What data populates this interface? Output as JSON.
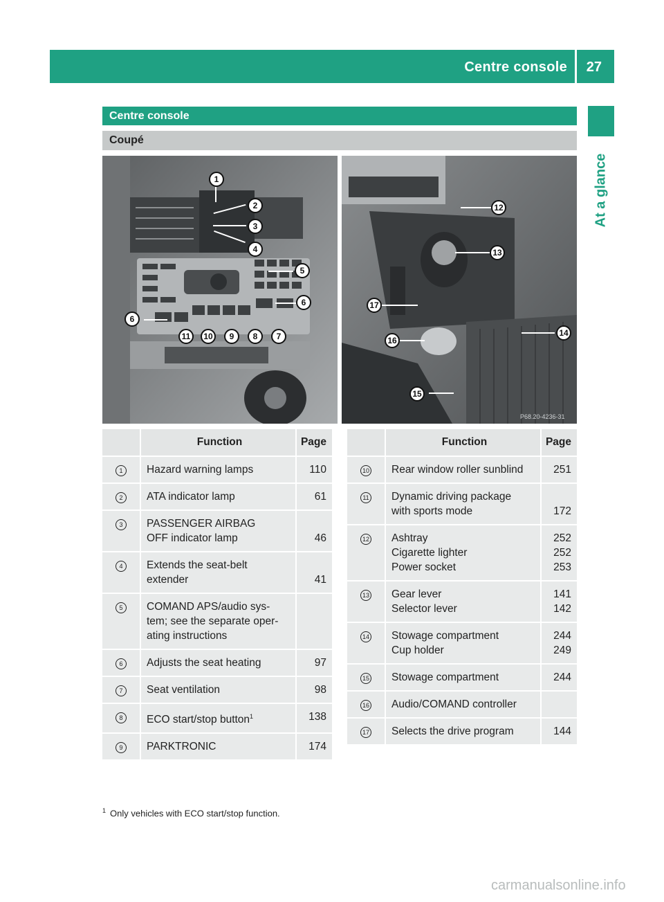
{
  "header": {
    "title": "Centre console",
    "page_number": "27",
    "side_tab": "At a glance"
  },
  "section": {
    "title": "Centre console",
    "subtitle": "Coupé"
  },
  "photo_left_callouts": [
    "1",
    "2",
    "3",
    "4",
    "5",
    "6",
    "6",
    "7",
    "8",
    "9",
    "10",
    "11"
  ],
  "photo_right_callouts": [
    "12",
    "13",
    "14",
    "15",
    "16",
    "17"
  ],
  "photo_code": "P68.20-4236-31",
  "table_left": {
    "headers": {
      "number": "",
      "function": "Function",
      "page": "Page"
    },
    "rows": [
      {
        "number": "1",
        "function": [
          "Hazard warning lamps"
        ],
        "page": [
          "110"
        ]
      },
      {
        "number": "2",
        "function": [
          "ATA indicator lamp"
        ],
        "page": [
          "61"
        ]
      },
      {
        "number": "3",
        "function": [
          "PASSENGER AIRBAG",
          "OFF indicator lamp"
        ],
        "page": [
          "",
          "46"
        ]
      },
      {
        "number": "4",
        "function": [
          "Extends the seat-belt",
          "extender"
        ],
        "page": [
          "",
          "41"
        ]
      },
      {
        "number": "5",
        "function": [
          "COMAND APS/audio sys-",
          "tem; see the separate oper-",
          "ating instructions"
        ],
        "page": [
          ""
        ]
      },
      {
        "number": "6",
        "function": [
          "Adjusts the seat heating"
        ],
        "page": [
          "97"
        ]
      },
      {
        "number": "7",
        "function": [
          "Seat ventilation"
        ],
        "page": [
          "98"
        ]
      },
      {
        "number": "8",
        "function": [
          "ECO start/stop button"
        ],
        "page": [
          "138"
        ],
        "footnote": "1"
      },
      {
        "number": "9",
        "function": [
          "PARKTRONIC"
        ],
        "page": [
          "174"
        ]
      }
    ]
  },
  "table_right": {
    "headers": {
      "number": "",
      "function": "Function",
      "page": "Page"
    },
    "rows": [
      {
        "number": "10",
        "function": [
          "Rear window roller sunblind"
        ],
        "page": [
          "251"
        ]
      },
      {
        "number": "11",
        "function": [
          "Dynamic driving package",
          "with sports mode"
        ],
        "page": [
          "",
          "172"
        ]
      },
      {
        "number": "12",
        "function": [
          "Ashtray",
          "Cigarette lighter",
          "Power socket"
        ],
        "page": [
          "252",
          "252",
          "253"
        ]
      },
      {
        "number": "13",
        "function": [
          "Gear lever",
          "Selector lever"
        ],
        "page": [
          "141",
          "142"
        ]
      },
      {
        "number": "14",
        "function": [
          "Stowage compartment",
          "Cup holder"
        ],
        "page": [
          "244",
          "249"
        ]
      },
      {
        "number": "15",
        "function": [
          "Stowage compartment"
        ],
        "page": [
          "244"
        ]
      },
      {
        "number": "16",
        "function": [
          "Audio/COMAND controller"
        ],
        "page": [
          ""
        ]
      },
      {
        "number": "17",
        "function": [
          "Selects the drive program"
        ],
        "page": [
          "144"
        ]
      }
    ]
  },
  "footnote": {
    "mark": "1",
    "text": "Only vehicles with ECO start/stop function."
  },
  "watermark": "carmanualsonline.info"
}
